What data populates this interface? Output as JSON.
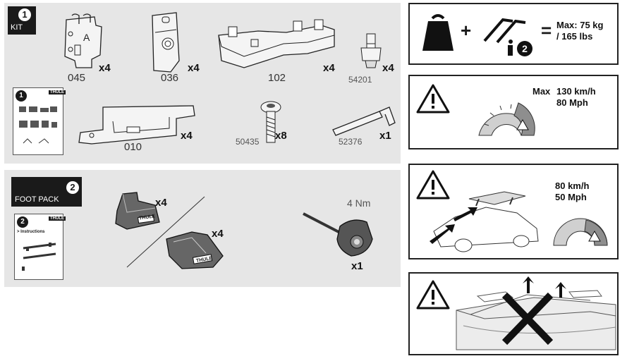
{
  "kit": {
    "badge_number": "1",
    "badge_label": "KIT",
    "parts": [
      {
        "code": "045",
        "qty": "x4"
      },
      {
        "code": "036",
        "qty": "x4"
      },
      {
        "code": "102",
        "qty": "x4"
      },
      {
        "code": "54201",
        "qty": "x4"
      },
      {
        "code": "010",
        "qty": "x4"
      },
      {
        "code": "50435",
        "qty": "x8"
      },
      {
        "code": "52376",
        "qty": "x1"
      }
    ],
    "booklet": {
      "number": "1",
      "brand": "THULE"
    }
  },
  "foot_pack": {
    "badge_number": "2",
    "badge_label": "FOOT PACK",
    "booklet": {
      "number": "2",
      "title": "> Instructions",
      "brand": "THULE"
    },
    "feet": [
      {
        "qty": "x4",
        "brand": "THULE"
      },
      {
        "qty": "x4",
        "brand": "THULE"
      }
    ],
    "torque_tool": {
      "torque": "4 Nm",
      "qty": "x1"
    }
  },
  "warnings": {
    "load": {
      "plus": "+",
      "equals": "=",
      "info_number": "2",
      "text": "Max: 75 kg\n/ 165 lbs"
    },
    "speed_max": {
      "prefix": "Max",
      "text": "130 km/h\n80 Mph"
    },
    "speed_load": {
      "text": "80 km/h\n50 Mph"
    }
  },
  "colors": {
    "panel_bg": "#e6e6e6",
    "ink": "#1a1a1a",
    "gauge_fill": "#c9c9c9",
    "gauge_zone": "#8e8e8e"
  }
}
